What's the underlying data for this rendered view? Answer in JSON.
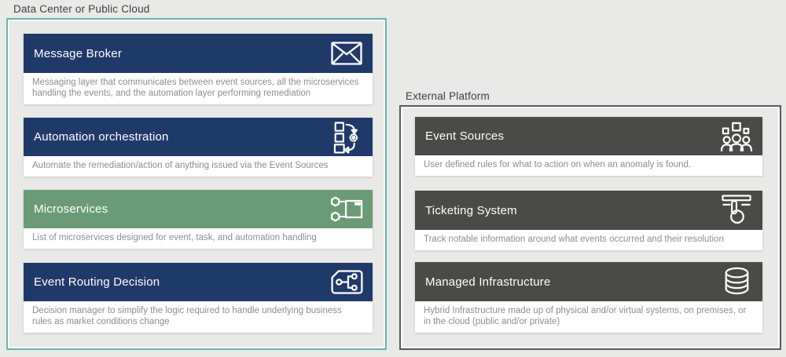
{
  "colors": {
    "background": "#e9e9e8",
    "navy_header": "#1f3a69",
    "green_header": "#6b9b76",
    "gray_header": "#4a4a48",
    "teal_border": "#68b4ae",
    "gray_border": "#58595b",
    "desc_background": "#ffffff",
    "desc_text": "#8e8e8e",
    "label_text": "#3d3e40"
  },
  "groups": [
    {
      "label": "Data Center or Public Cloud",
      "border_color": "#68b4ae",
      "cards": [
        {
          "title": "Message Broker",
          "icon": "envelope-icon",
          "color": "#1f3a69",
          "description": "Messaging layer that communicates between event sources, all the microservices handling the events, and the automation layer performing remediation"
        },
        {
          "title": "Automation orchestration",
          "icon": "automation-gear-icon",
          "color": "#1f3a69",
          "description": "Automate the remediation/action of anything issued via the Event Sources"
        },
        {
          "title": "Microservices",
          "icon": "microservices-nodes-icon",
          "color": "#6b9b76",
          "description": "List of microservices designed for event, task, and automation handling"
        },
        {
          "title": "Event Routing Decision",
          "icon": "routing-decision-icon",
          "color": "#1f3a69",
          "description": "Decision manager to simplify the logic required to handle underlying business rules as market conditions change"
        }
      ]
    },
    {
      "label": "External Platform",
      "border_color": "#58595b",
      "cards": [
        {
          "title": "Event Sources",
          "icon": "people-group-icon",
          "color": "#4a4a48",
          "description": "User defined rules for what to action on when an anomaly is found."
        },
        {
          "title": "Ticketing System",
          "icon": "hand-press-icon",
          "color": "#4a4a48",
          "description": "Track notable information around what events occurred and their resolution"
        },
        {
          "title": "Managed Infrastructure",
          "icon": "database-icon",
          "color": "#4a4a48",
          "description": "Hybrid Infrastructure made up of physical and/or virtual systems, on premises, or in the cloud (public and/or private)"
        }
      ]
    }
  ]
}
